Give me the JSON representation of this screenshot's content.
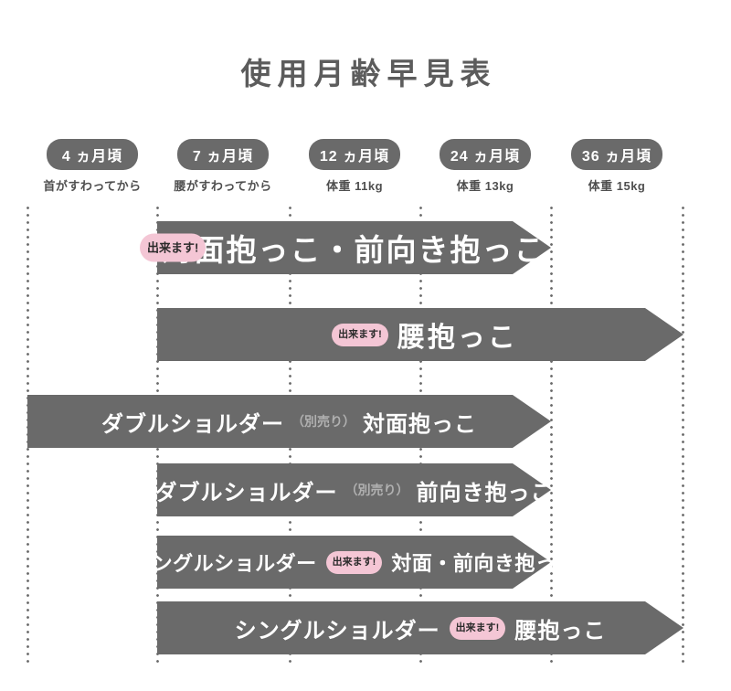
{
  "title": "使用月齢早見表",
  "milestones": [
    {
      "label": "4 ヵ月頃",
      "caption": "首がすわってから"
    },
    {
      "label": "7 ヵ月頃",
      "caption": "腰がすわってから"
    },
    {
      "label": "12 ヵ月頃",
      "caption": "体重 11kg"
    },
    {
      "label": "24 ヵ月頃",
      "caption": "体重 13kg"
    },
    {
      "label": "36 ヵ月頃",
      "caption": "体重 15kg"
    }
  ],
  "bars": [
    {
      "badge": "出来ます!",
      "label": "対面抱っこ・前向き抱っこ"
    },
    {
      "badge": "出来ます!",
      "label": "腰抱っこ"
    },
    {
      "product": "ダブルショルダー",
      "note": "（別売り）",
      "label": "対面抱っこ"
    },
    {
      "product": "ダブルショルダー",
      "note": "（別売り）",
      "label": "前向き抱っこ"
    },
    {
      "product": "シングルショルダー",
      "badge": "出来ます!",
      "label": "対面・前向き抱っこ"
    },
    {
      "product": "シングルショルダー",
      "badge": "出来ます!",
      "label": "腰抱っこ"
    }
  ],
  "colors": {
    "bar_gray": "#6a6a6a",
    "badge_pink": "#f4c6d5",
    "title_gray": "#5c5c5c",
    "caption_gray": "#4f4f4f",
    "note_gray": "#b0b0b0"
  },
  "chart_data": {
    "type": "bar",
    "subtype": "horizontal-range-gantt",
    "title": "使用月齢早見表",
    "grid": "dotted-vertical",
    "legend_position": "none",
    "columns": [
      {
        "tick": "4 ヵ月頃",
        "caption": "首がすわってから"
      },
      {
        "tick": "7 ヵ月頃",
        "caption": "腰がすわってから"
      },
      {
        "tick": "12 ヵ月頃",
        "caption": "体重 11kg"
      },
      {
        "tick": "24 ヵ月頃",
        "caption": "体重 13kg"
      },
      {
        "tick": "36 ヵ月頃",
        "caption": "体重 15kg"
      }
    ],
    "gridline_count": 6,
    "gridline_note": "6 dotted gridlines bound the 5 age columns; each bar starts and ends on a gridline (1 = leftmost, 6 = rightmost)",
    "rows": [
      {
        "label": "対面抱っこ・前向き抱っこ",
        "badge": "出来ます!",
        "from_gridline": 2,
        "to_gridline": 5
      },
      {
        "label": "腰抱っこ",
        "badge": "出来ます!",
        "from_gridline": 2,
        "to_gridline": 6
      },
      {
        "label": "ダブルショルダー（別売り）対面抱っこ",
        "from_gridline": 1,
        "to_gridline": 5
      },
      {
        "label": "ダブルショルダー（別売り）前向き抱っこ",
        "from_gridline": 2,
        "to_gridline": 5
      },
      {
        "label": "シングルショルダー 出来ます! 対面・前向き抱っこ",
        "from_gridline": 2,
        "to_gridline": 5
      },
      {
        "label": "シングルショルダー 出来ます! 腰抱っこ",
        "from_gridline": 2,
        "to_gridline": 6
      }
    ]
  }
}
